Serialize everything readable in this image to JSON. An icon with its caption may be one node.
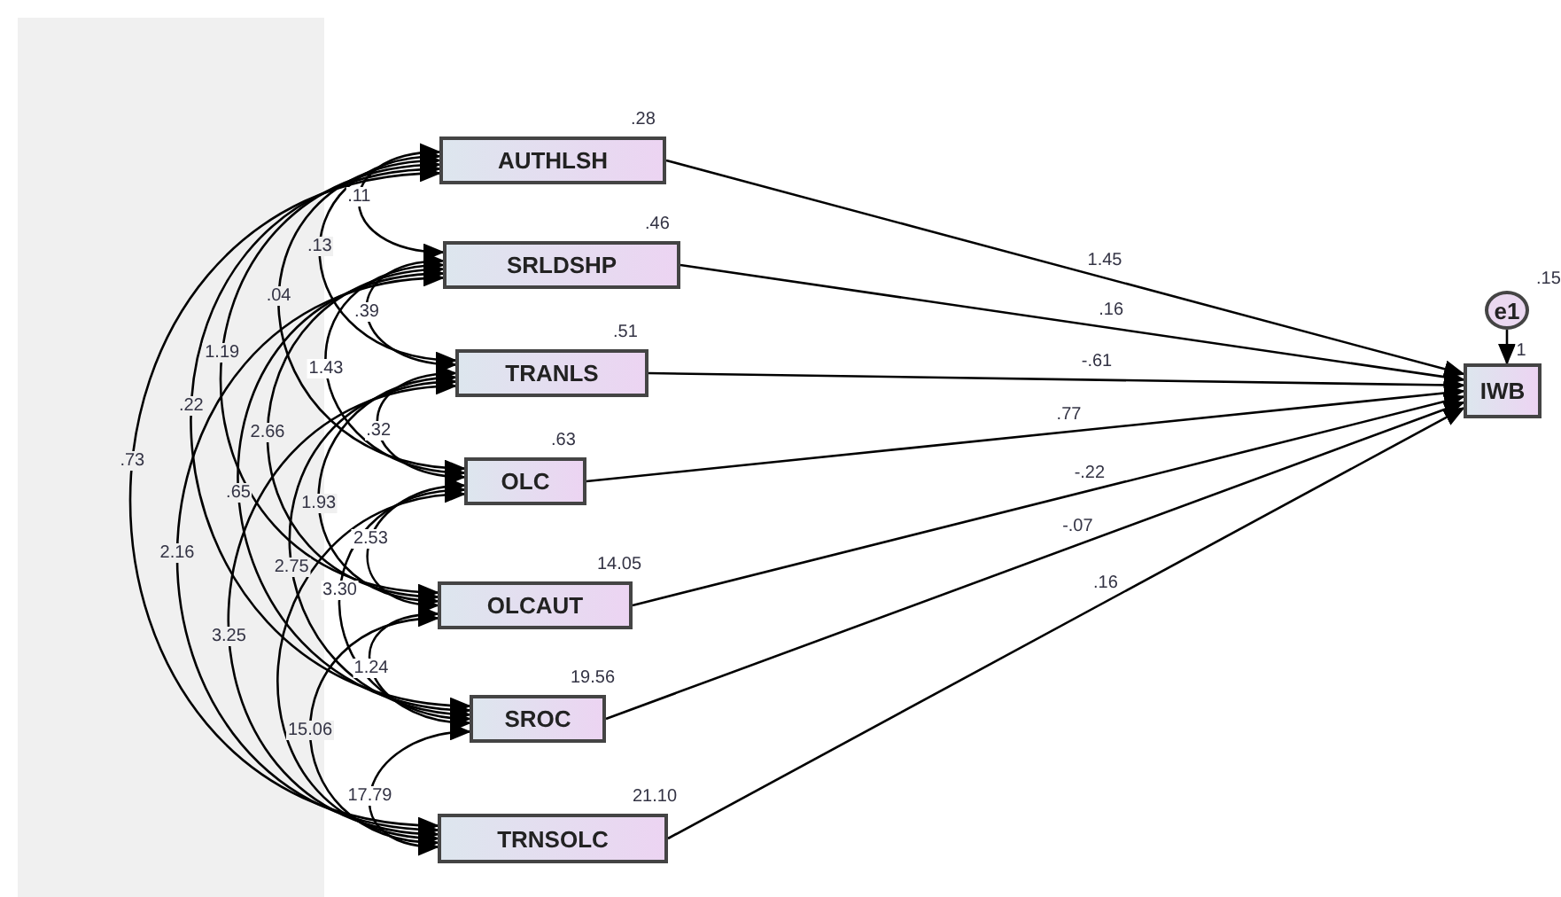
{
  "diagram": {
    "nodes": [
      {
        "text": [
          "AUTHLSH"
        ],
        "beside": [
          ".28"
        ]
      },
      {
        "text": [
          "SRLDSHP"
        ],
        "beside": [
          ".46"
        ]
      },
      {
        "text": [
          "TRANLS"
        ],
        "beside": [
          ".51"
        ]
      },
      {
        "text": [
          "OLC"
        ],
        "beside": [
          ".63"
        ]
      },
      {
        "text": [
          "OLCAUT"
        ],
        "beside": [
          "14.05"
        ]
      },
      {
        "text": [
          "SROC"
        ],
        "beside": [
          "19.56"
        ]
      },
      {
        "text": [
          "TRNSOLC"
        ],
        "beside": [
          "21.10"
        ]
      },
      {
        "text": [
          "IWB"
        ]
      },
      {
        "text": [
          "e1"
        ],
        "beside": [
          ".15"
        ]
      }
    ],
    "edges": [
      {
        "from": 0,
        "to": 1,
        "arrow": "both",
        "label": ".11"
      },
      {
        "from": 0,
        "to": 2,
        "arrow": "both",
        "label": ".13"
      },
      {
        "from": 0,
        "to": 3,
        "arrow": "both",
        "label": ".04"
      },
      {
        "from": 0,
        "to": 4,
        "arrow": "both",
        "label": "1.19"
      },
      {
        "from": 0,
        "to": 5,
        "arrow": "both",
        "label": ".22"
      },
      {
        "from": 0,
        "to": 6,
        "arrow": "both",
        "label": ".73"
      },
      {
        "from": 1,
        "to": 2,
        "arrow": "both",
        "label": ".39"
      },
      {
        "from": 1,
        "to": 3,
        "arrow": "both",
        "label": "1.43"
      },
      {
        "from": 1,
        "to": 4,
        "arrow": "both",
        "label": "2.66"
      },
      {
        "from": 1,
        "to": 5,
        "arrow": "both",
        "label": ".65"
      },
      {
        "from": 1,
        "to": 6,
        "arrow": "both",
        "label": "2.16"
      },
      {
        "from": 2,
        "to": 3,
        "arrow": "both",
        "label": ".32"
      },
      {
        "from": 2,
        "to": 4,
        "arrow": "both",
        "label": "1.93"
      },
      {
        "from": 2,
        "to": 5,
        "arrow": "both",
        "label": "2.75"
      },
      {
        "from": 2,
        "to": 6,
        "arrow": "both",
        "label": "3.25"
      },
      {
        "from": 3,
        "to": 4,
        "arrow": "both",
        "label": "2.53"
      },
      {
        "from": 3,
        "to": 5,
        "arrow": "both",
        "label": "3.30"
      },
      {
        "from": 3,
        "to": 6,
        "arrow": "both"
      },
      {
        "from": 4,
        "to": 5,
        "arrow": "both",
        "label": "1.24"
      },
      {
        "from": 4,
        "to": 6,
        "arrow": "both",
        "label": "15.06"
      },
      {
        "from": 5,
        "to": 6,
        "arrow": "both",
        "label": "17.79"
      },
      {
        "from": 0,
        "to": 7,
        "arrow": "to",
        "label": "1.45"
      },
      {
        "from": 1,
        "to": 7,
        "arrow": "to",
        "label": ".16"
      },
      {
        "from": 2,
        "to": 7,
        "arrow": "to",
        "label": "-.61"
      },
      {
        "from": 3,
        "to": 7,
        "arrow": "to",
        "label": ".77"
      },
      {
        "from": 4,
        "to": 7,
        "arrow": "to",
        "label": "-.22"
      },
      {
        "from": 5,
        "to": 7,
        "arrow": "to",
        "label": "-.07"
      },
      {
        "from": 6,
        "to": 7,
        "arrow": "to",
        "label": ".16"
      },
      {
        "from": 8,
        "to": 7,
        "arrow": "to",
        "label": "1"
      }
    ]
  }
}
